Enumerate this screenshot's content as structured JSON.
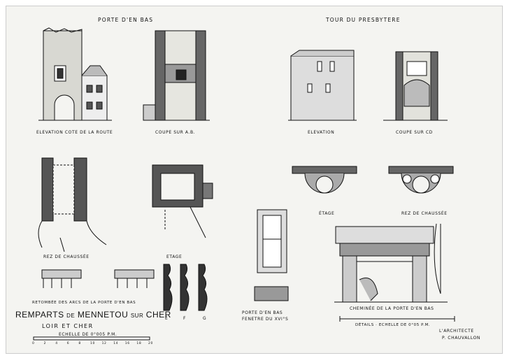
{
  "headings": {
    "porte": "PORTE D'EN BAS",
    "tour": "TOUR DU PRESBYTERE"
  },
  "captions": {
    "elev_route": "ELEVATION COTE DE LA ROUTE",
    "coupe_ab": "COUPE SUR A.B.",
    "elevation": "ELEVATION",
    "coupe_cd": "COUPE SUR CD",
    "rez_left": "REZ DE CHAUSSÉE",
    "etage_left": "ETAGE",
    "etage_right": "ÉTAGE",
    "rez_right": "REZ DE CHAUSSÉE",
    "retombee": "RETOMBÉE DES ARCS DE LA PORTE D'EN BAS",
    "porte_fenetre_1": "PORTE D'EN BAS",
    "porte_fenetre_2": "FENETRE DU XVI°S",
    "cheminee": "CHEMINÉE DE LA PORTE D'EN BAS",
    "details": "DÉTAILS · ECHELLE DE 0°05 P.M.",
    "profiles": [
      "E",
      "F",
      "G"
    ]
  },
  "title": {
    "w1": "REMPARTS",
    "w2": "DE",
    "w3": "MENNETOU",
    "w4": "SUR",
    "w5": "CHER",
    "dept": "LOIR ET CHER",
    "scale": "ECHELLE DE 0°005 P.M."
  },
  "architect": {
    "role": "L'ARCHITECTE",
    "name": "P. CHAUVALLON"
  },
  "scale_ticks": [
    "0",
    "2",
    "4",
    "6",
    "8",
    "10",
    "12",
    "14",
    "16",
    "18",
    "20"
  ]
}
